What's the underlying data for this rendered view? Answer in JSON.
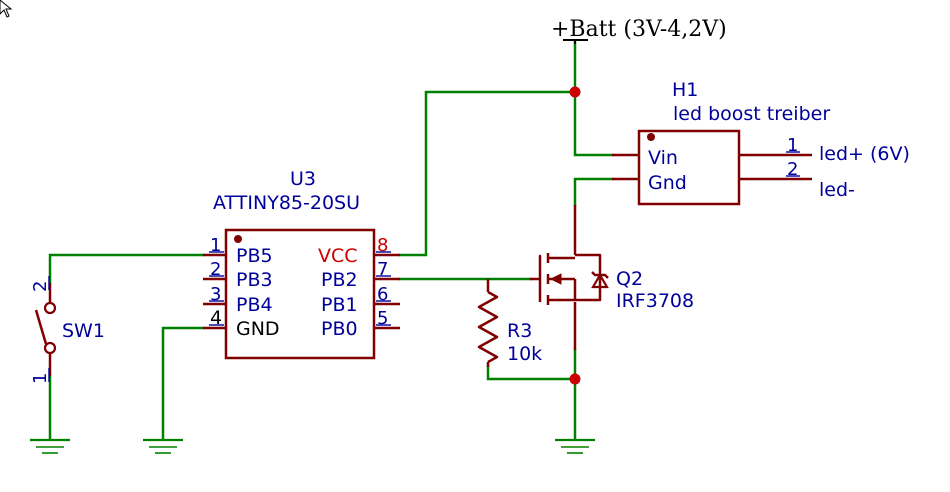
{
  "power": {
    "batt_label": "+Batt (3V-4,2V)"
  },
  "u3": {
    "ref": "U3",
    "value": "ATTINY85-20SU",
    "pin_names": {
      "pb5": "PB5",
      "pb3": "PB3",
      "pb4": "PB4",
      "gnd": "GND",
      "vcc": "VCC",
      "pb2": "PB2",
      "pb1": "PB1",
      "pb0": "PB0"
    },
    "pin_numbers": {
      "p1": "1",
      "p2": "2",
      "p3": "3",
      "p4": "4",
      "p5": "5",
      "p6": "6",
      "p7": "7",
      "p8": "8"
    }
  },
  "h1": {
    "ref": "H1",
    "value": "led boost treiber",
    "pin_names": {
      "vin": "Vin",
      "gnd": "Gnd"
    },
    "pin_numbers": {
      "p1": "1",
      "p2": "2"
    },
    "net_labels": {
      "led_plus": "led+ (6V)",
      "led_minus": "led-"
    }
  },
  "q2": {
    "ref": "Q2",
    "value": "IRF3708"
  },
  "r3": {
    "ref": "R3",
    "value": "10k"
  },
  "sw1": {
    "ref": "SW1",
    "pin_numbers": {
      "p1": "1",
      "p2": "2"
    }
  },
  "colors": {
    "wire": "#008000",
    "component": "#800000",
    "text": "#00009a",
    "junction": "#cc0000",
    "vcc_label": "#cc0000"
  }
}
